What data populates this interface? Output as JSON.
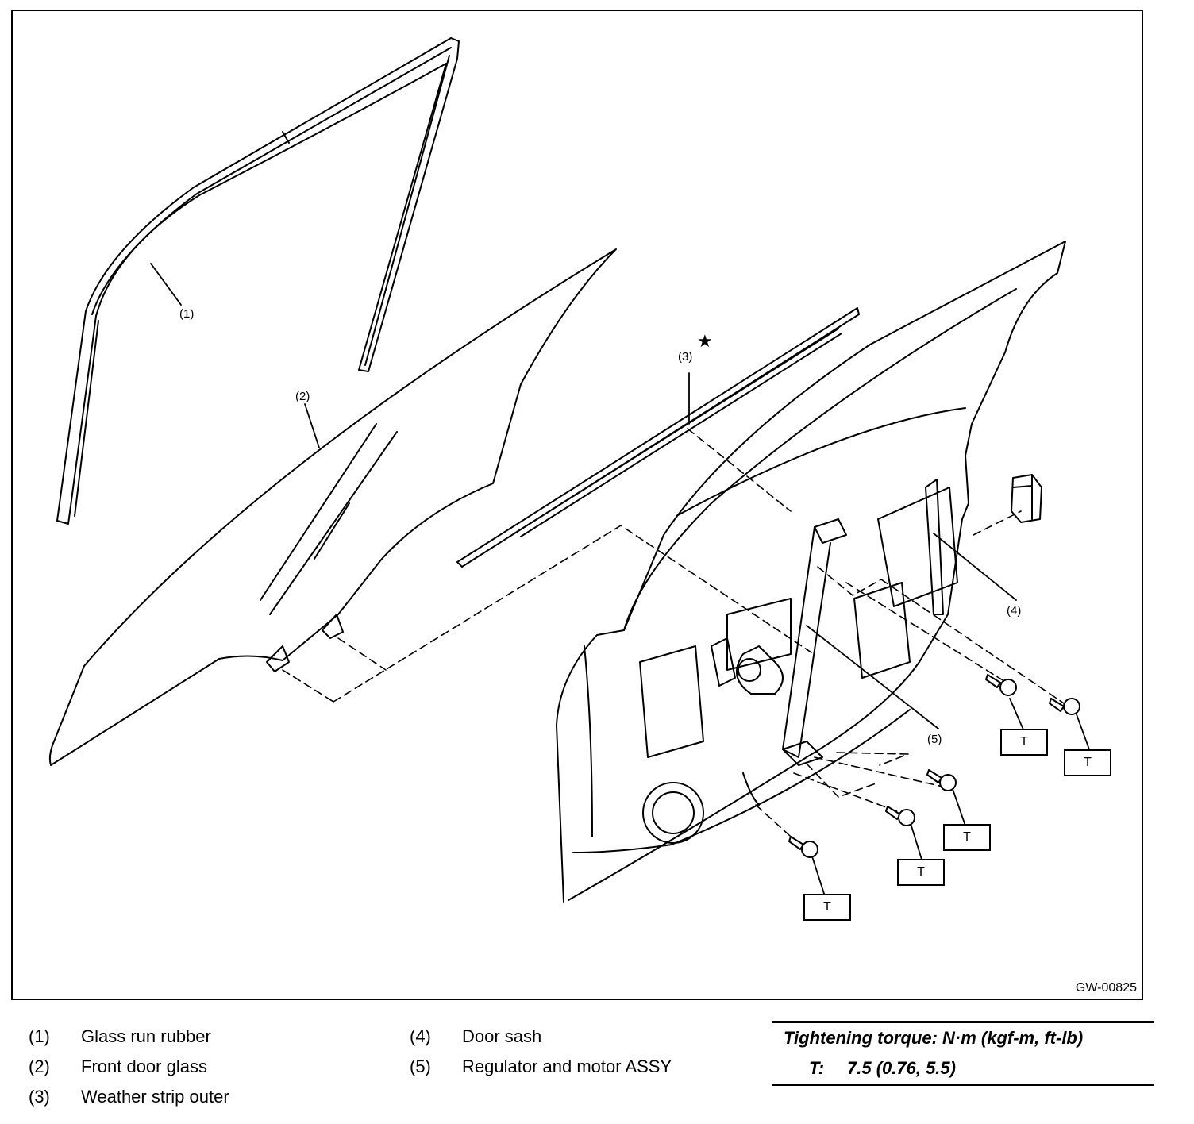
{
  "figure": {
    "id": "GW-00825",
    "callouts": [
      "(1)",
      "(2)",
      "(3)",
      "(4)",
      "(5)"
    ],
    "star": "★",
    "torque_code": "T"
  },
  "legend": [
    {
      "num": "(1)",
      "text": "Glass run rubber"
    },
    {
      "num": "(2)",
      "text": "Front door glass"
    },
    {
      "num": "(3)",
      "text": "Weather strip outer"
    },
    {
      "num": "(4)",
      "text": "Door sash"
    },
    {
      "num": "(5)",
      "text": "Regulator and motor ASSY"
    }
  ],
  "torque": {
    "title": "Tightening torque: N·m (kgf-m, ft-lb)",
    "code": "T:",
    "value": "7.5 (0.76, 5.5)"
  }
}
